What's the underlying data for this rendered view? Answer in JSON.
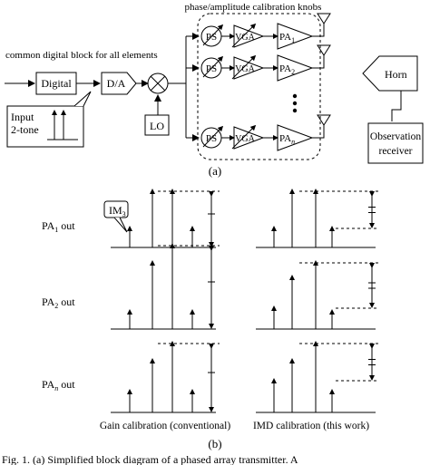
{
  "part_a": {
    "knobs_label": "phase/amplitude calibration knobs",
    "common_block_label": "common digital block for all elements",
    "digital_label": "Digital",
    "dac_label": "D/A",
    "lo_label": "LO",
    "input_label_line1": "Input",
    "input_label_line2": "2-tone",
    "ps_label": "PS",
    "vga_label": "VGA",
    "pa_prefix": "PA",
    "pa_subs": [
      "1",
      "2",
      "n"
    ],
    "horn_label": "Horn",
    "observation_line1": "Observation",
    "observation_line2": "receiver",
    "caption": "(a)"
  },
  "part_b": {
    "im3_label": "IM",
    "im3_sub": "3",
    "rows": [
      {
        "prefix": "PA",
        "sub": "1",
        "suffix": " out"
      },
      {
        "prefix": "PA",
        "sub": "2",
        "suffix": " out"
      },
      {
        "prefix": "PA",
        "sub": "n",
        "suffix": " out"
      }
    ],
    "left_caption": "Gain calibration (conventional)",
    "right_caption": "IMD calibration (this work)",
    "caption": "(b)"
  },
  "figure_caption_partial": "Fig. 1.  (a) Simplified block diagram of a phased array transmitter. A"
}
